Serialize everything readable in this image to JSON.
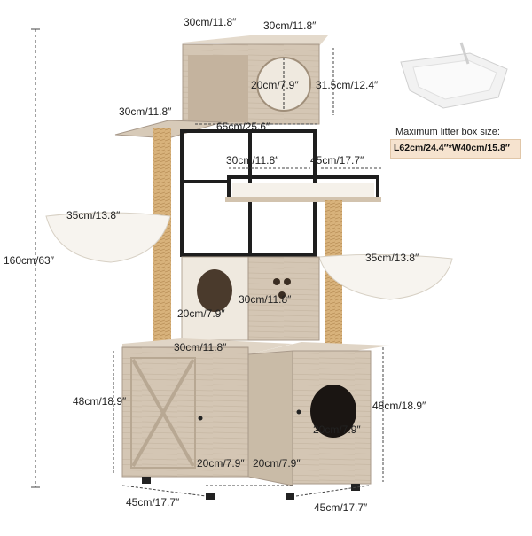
{
  "dimensions": {
    "top_width": "30cm/11.8″",
    "top_depth": "30cm/11.8″",
    "window_diameter": "20cm/7.9″",
    "top_box_height": "31.5cm/12.4″",
    "left_platform": "30cm/11.8″",
    "frame_width": "65cm/25.6″",
    "shelf_depth": "30cm/11.8″",
    "shelf_width": "45cm/17.7″",
    "left_hammock": "35cm/13.8″",
    "right_hammock": "35cm/13.8″",
    "total_height": "160cm/63″",
    "middle_box_depth": "30cm/11.8″",
    "middle_hole": "20cm/7.9″",
    "middle_box_width": "30cm/11.8″",
    "left_cabinet_height": "48cm/18.9″",
    "right_cabinet_height": "48cm/18.9″",
    "cabinet_hole": "20cm/7.9″",
    "inner_left": "20cm/7.9″",
    "inner_right": "20cm/7.9″",
    "base_left": "45cm/17.7″",
    "base_right": "45cm/17.7″"
  },
  "litter_box": {
    "title": "Maximum litter box size:",
    "size": "L62cm/24.4″*W40cm/15.8″"
  },
  "colors": {
    "wood": "#d3c5b3",
    "wood_dark": "#b8a893",
    "sisal": "#d9b47e",
    "frame": "#1e1e1e",
    "hammock": "#f7f4ef",
    "label_box": "#f6e3cf"
  }
}
